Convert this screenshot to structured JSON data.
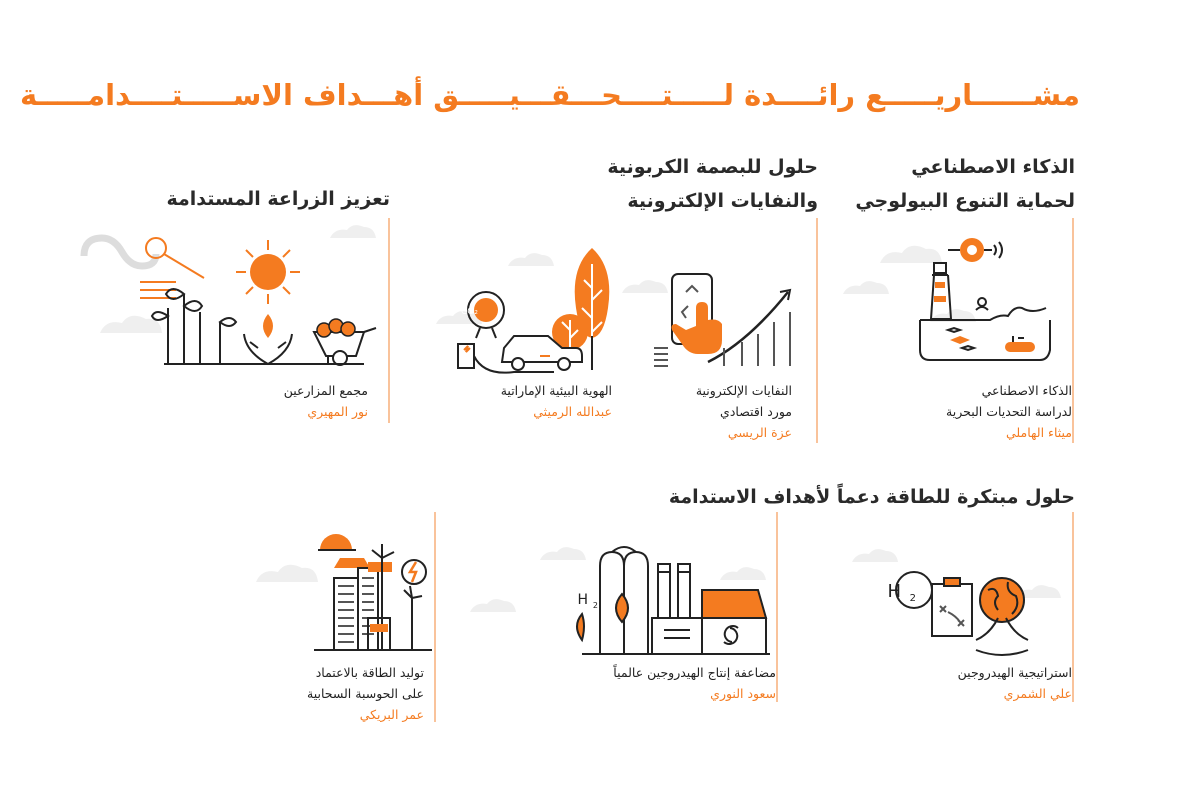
{
  "title": "مشــــــاريـــــع رائــــدة لـــــتــــحـــقـــيـــــق أهـــداف الاســـــتــــدامـــــة",
  "categories": [
    {
      "line1": "الذكاء الاصطناعي",
      "line2": "لحماية التنوع البيولوجي"
    },
    {
      "line1": "حلول للبصمة الكربونية",
      "line2": "والنفايات الإلكترونية"
    },
    {
      "line1": "تعزيز الزراعة المستدامة",
      "line2": ""
    },
    {
      "line1": "حلول مبتكرة للطاقة دعماً لأهداف الاستدامة",
      "line2": ""
    }
  ],
  "projects": [
    {
      "title": "الذكاء الاصطناعي",
      "subtitle": "لدراسة التحديات البحرية",
      "author": "ميثاء الهاملي",
      "icon": "marine-lighthouse-icon"
    },
    {
      "title": "النفايات الإلكترونية",
      "subtitle": "مورد اقتصادي",
      "author": "عزة الريسي",
      "icon": "phone-recycle-growth-icon"
    },
    {
      "title": "الهوية البيئية الإماراتية",
      "subtitle": "",
      "author": "عبدالله الرميثي",
      "icon": "electric-car-trees-icon"
    },
    {
      "title": "مجمع المزارعين",
      "subtitle": "",
      "author": "نور المهيري",
      "icon": "farming-sun-plants-icon"
    },
    {
      "title": "استراتيجية الهيدروجين",
      "subtitle": "",
      "author": "علي الشمري",
      "icon": "hydrogen-strategy-globe-icon"
    },
    {
      "title": "مضاعفة إنتاج الهيدروجين عالمياً",
      "subtitle": "",
      "author": "سعود النوري",
      "icon": "hydrogen-factory-icon"
    },
    {
      "title": "توليد الطاقة بالاعتماد",
      "subtitle": "على الحوسبة السحابية",
      "author": "عمر البريكي",
      "icon": "wind-solar-city-icon"
    }
  ],
  "colors": {
    "accent": "#f47b20",
    "line": "#f9c39b",
    "ink": "#2a2a2a",
    "cloud": "#eeeeee"
  }
}
